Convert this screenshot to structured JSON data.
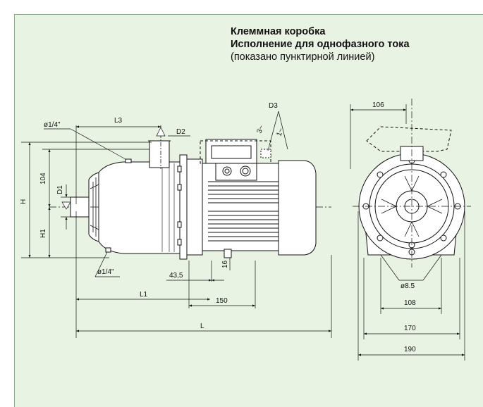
{
  "caption": {
    "line1": "Клеммная коробка",
    "line2": "Исполнение для однофазного тока",
    "line3": "(показано пунктирной линией)"
  },
  "dims": {
    "l3": "L3",
    "d2": "D2",
    "d3": "D3",
    "t3": "3~",
    "t1": "1~",
    "thread_top": "ø1/4\"",
    "thread_bottom": "ø1/4\"",
    "h": "H",
    "d104": "104",
    "d1": "D1",
    "h1": "H1",
    "d16": "16",
    "d43_5": "43,5",
    "l1": "L1",
    "d150": "150",
    "l": "L",
    "d106": "106",
    "d8_5": "ø8.5",
    "d108": "108",
    "d170": "170",
    "d190": "190"
  },
  "colors": {
    "panel": "#e9f3e4",
    "border": "#8fa78a",
    "ink": "#111111"
  }
}
